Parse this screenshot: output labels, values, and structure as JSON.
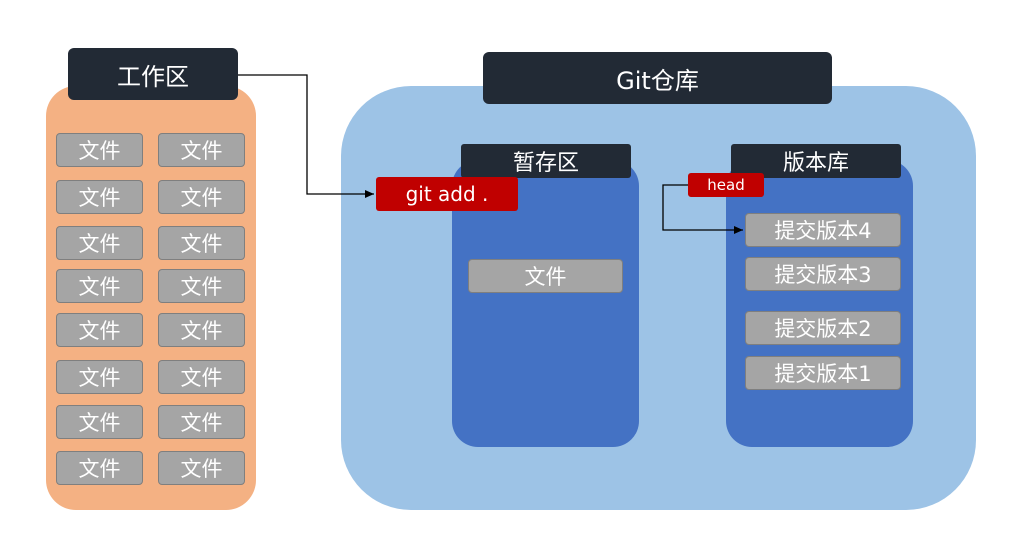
{
  "work_area": {
    "title": "工作区",
    "files": [
      "文件",
      "文件",
      "文件",
      "文件",
      "文件",
      "文件",
      "文件",
      "文件",
      "文件",
      "文件",
      "文件",
      "文件",
      "文件",
      "文件",
      "文件",
      "文件"
    ]
  },
  "repository": {
    "title": "Git仓库",
    "staging": {
      "title": "暂存区",
      "file": "文件"
    },
    "versions": {
      "title": "版本库",
      "commits": [
        "提交版本4",
        "提交版本3",
        "提交版本2",
        "提交版本1"
      ]
    }
  },
  "labels": {
    "git_add": "git add .",
    "head": "head"
  },
  "colors": {
    "work_area_bg": "#f4b183",
    "repo_bg": "#9dc3e6",
    "inner_box_bg": "#4472c4",
    "title_bg": "#222a35",
    "file_bg": "#a5a5a5",
    "tag_red": "#c00000"
  }
}
